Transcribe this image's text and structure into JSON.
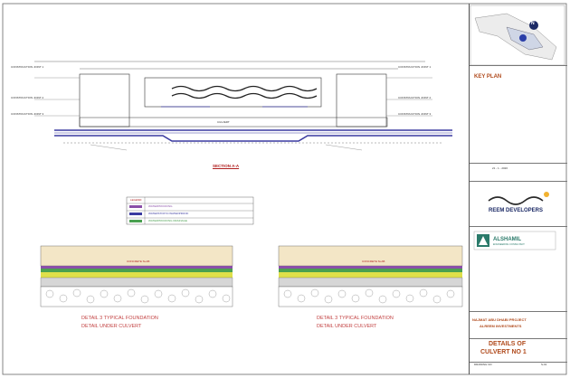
{
  "section": {
    "title": "SECTION A-A",
    "culvert_label": "CULVERT",
    "left_labels": [
      "CONSTRUCTION JOINT 1",
      "CONSTRUCTION JOINT 2",
      "CONSTRUCTION JOINT 3"
    ],
    "right_labels": [
      "CONSTRUCTION JOINT 1",
      "CONSTRUCTION JOINT 2",
      "CONSTRUCTION JOINT 3"
    ]
  },
  "legend": {
    "title": "LEGEND:",
    "items": [
      "WATERPROOFING",
      "WATERSTOP IN WATERPROOF",
      "WATERPROOFING DRAINAGE"
    ]
  },
  "detail_left": {
    "concrete_label": "CONCRETE SLAB",
    "title_line1": "DETAIL 3 TYPICAL FOUNDATION",
    "title_line2": "DETAIL UNDER CULVERT"
  },
  "detail_right": {
    "concrete_label": "CONCRETE SLAB",
    "title_line1": "DETAIL 3 TYPICAL FOUNDATION",
    "title_line2": "DETAIL UNDER CULVERT"
  },
  "title_block": {
    "north": "N",
    "key_plan": "KEY PLAN",
    "date": "21 - 1 - 2020",
    "client": "REEM DEVELOPERS",
    "consultant_name": "ALSHAMIL",
    "consultant_sub": "ENGINEERING CONSULTANT",
    "project_line1": "NAJMAT ABU DHABI PROJECT",
    "project_line2": "ALREEM INVESTMENTS",
    "drawing_title1": "DETAILS OF",
    "drawing_title2": "CULVERT NO 1",
    "drawing_no_label": "DRAWING NO",
    "sheet": "S-01"
  },
  "colors": {
    "accent": "#b04a1c",
    "culvert_blue": "#3a3aa0",
    "gravel": "#f3e6c6",
    "waterproof_purple": "#8a4fa8",
    "membrane_green": "#4aa050",
    "screed_yellow": "#dfe04a"
  }
}
